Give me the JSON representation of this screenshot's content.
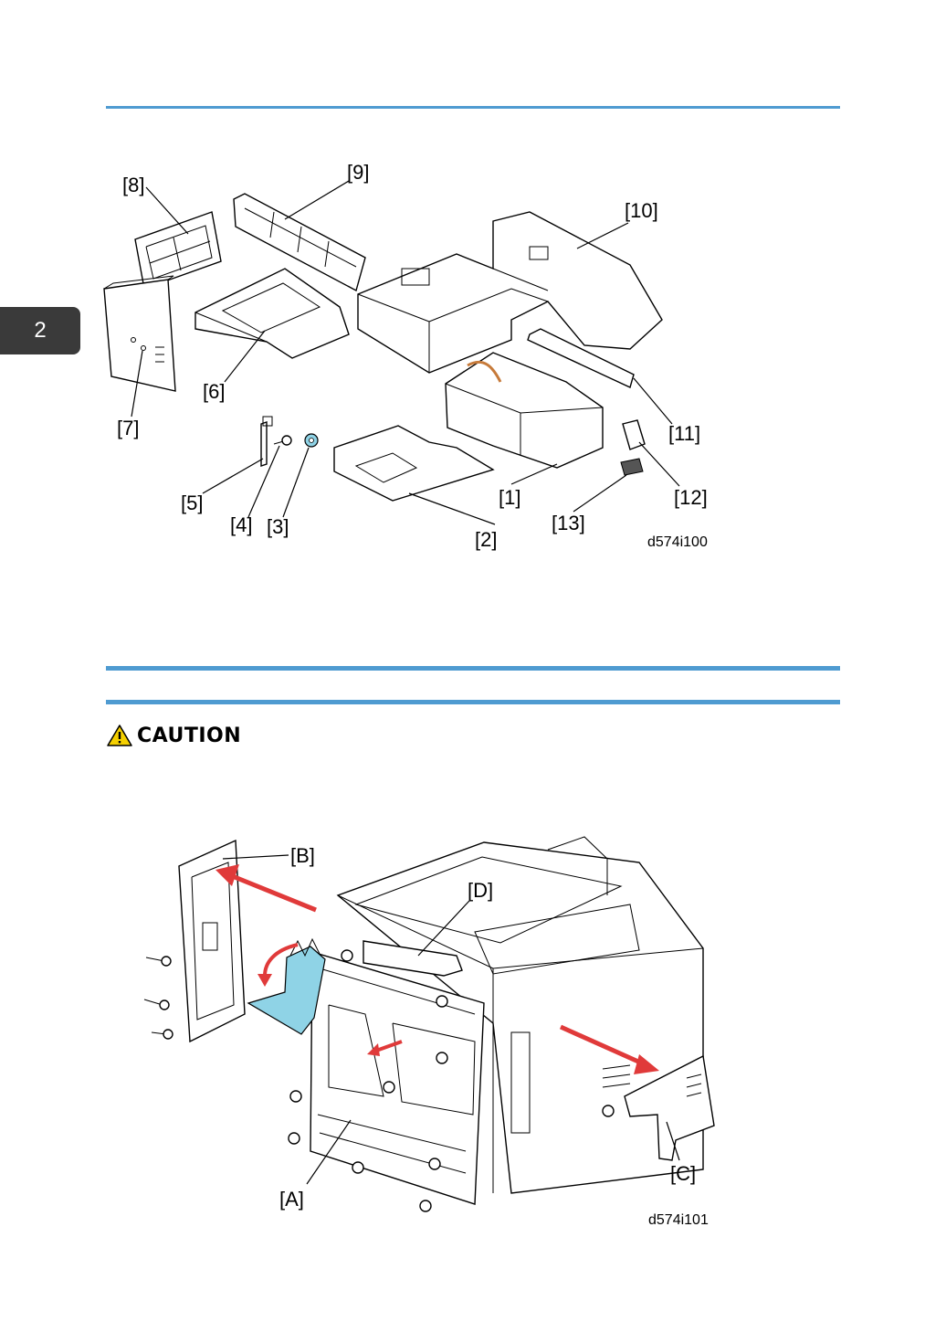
{
  "chapter_tab": "2",
  "caution": {
    "label": "CAUTION",
    "icon": "warning-triangle-icon"
  },
  "figure1": {
    "code": "d574i100",
    "labels": [
      "[8]",
      "[9]",
      "[10]",
      "[6]",
      "[7]",
      "[11]",
      "[5]",
      "[4]",
      "[3]",
      "[1]",
      "[2]",
      "[12]",
      "[13]"
    ]
  },
  "figure2": {
    "code": "d574i101",
    "labels": [
      "[B]",
      "[D]",
      "[A]",
      "[C]"
    ]
  },
  "colors": {
    "rule": "#4f9bd1",
    "tab": "#3a3a3a",
    "arrow": "#e03a3a",
    "highlight": "#8fd3e6",
    "caution_icon": "#f5d000"
  }
}
